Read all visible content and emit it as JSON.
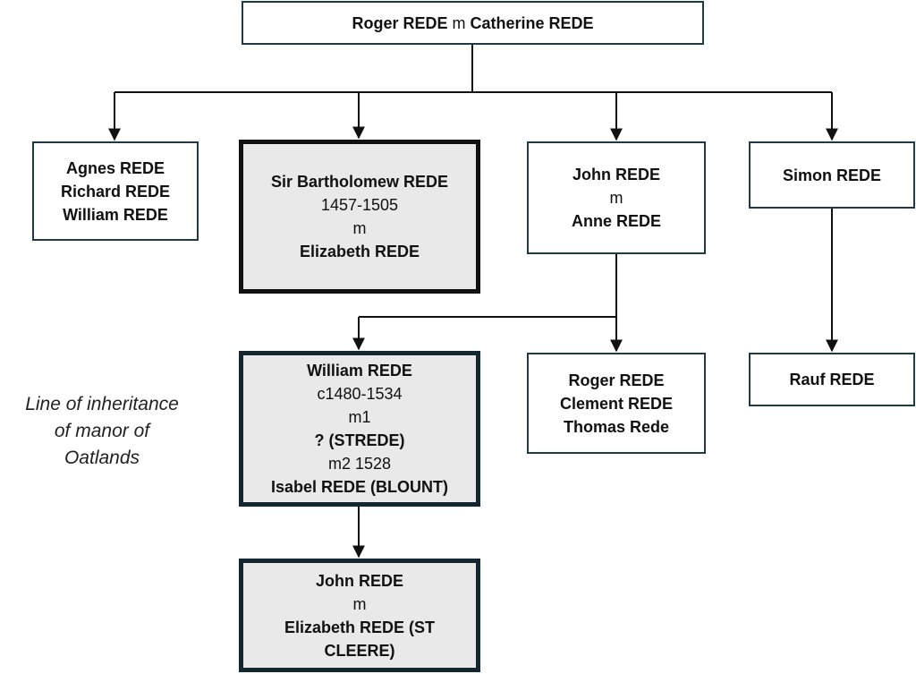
{
  "diagram": {
    "root": {
      "name1": "Roger REDE",
      "m": "m",
      "name2": "Catherine REDE"
    },
    "agnes_box": [
      "Agnes REDE",
      "Richard REDE",
      "William REDE"
    ],
    "bartholomew": {
      "name": "Sir Bartholomew REDE",
      "dates": "1457-1505",
      "m": "m",
      "spouse": "Elizabeth REDE"
    },
    "john_anne": {
      "name": "John REDE",
      "m": "m",
      "spouse": "Anne REDE"
    },
    "simon": {
      "name": "Simon REDE"
    },
    "william": {
      "name": "William REDE",
      "dates": "c1480-1534",
      "m1": "m1",
      "spouse1": "? (STREDE)",
      "m2": "m2 1528",
      "spouse2": "Isabel REDE (BLOUNT)"
    },
    "roger_box": [
      "Roger REDE",
      "Clement REDE",
      "Thomas Rede"
    ],
    "rauf": {
      "name": "Rauf REDE"
    },
    "john_elizabeth": {
      "name": "John REDE",
      "m": "m",
      "spouse_line1": "Elizabeth REDE (ST",
      "spouse_line2": "CLEERE)"
    },
    "note": [
      "Line of inheritance",
      "of manor of",
      "Oatlands"
    ]
  }
}
